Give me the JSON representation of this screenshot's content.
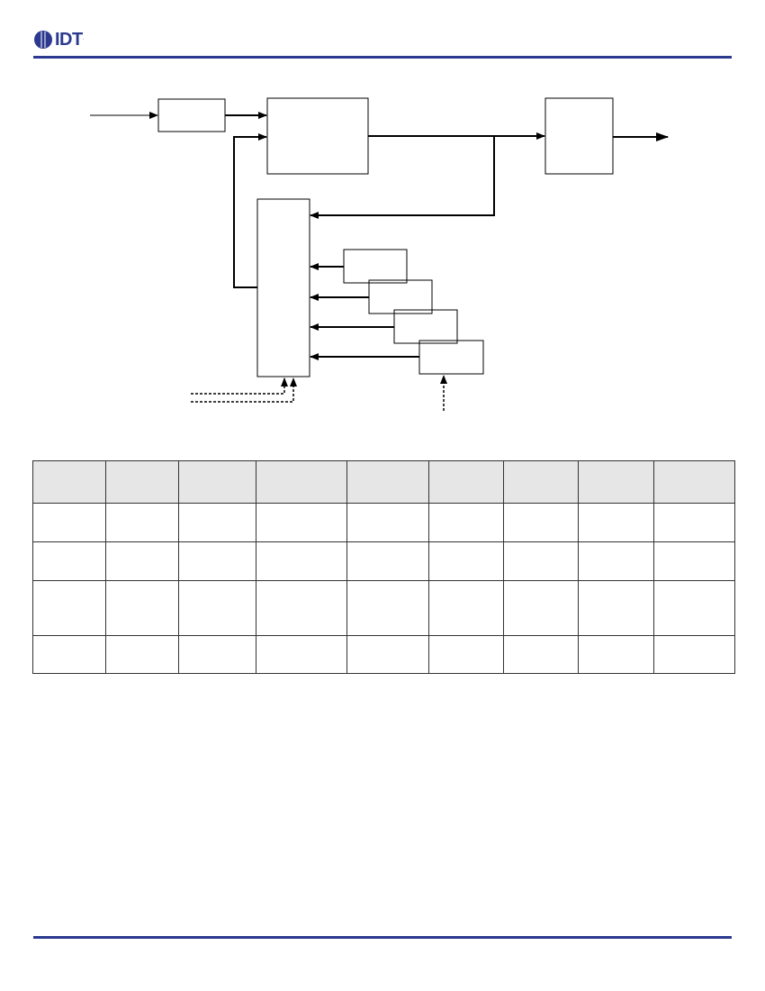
{
  "header": {
    "logo_text": "IDT",
    "logo_mark": "trademark-dot",
    "brand_color": "#2b3a8f"
  },
  "table": {
    "header_color": "#e6e6e6",
    "column_count": 9,
    "row_count": 4
  }
}
